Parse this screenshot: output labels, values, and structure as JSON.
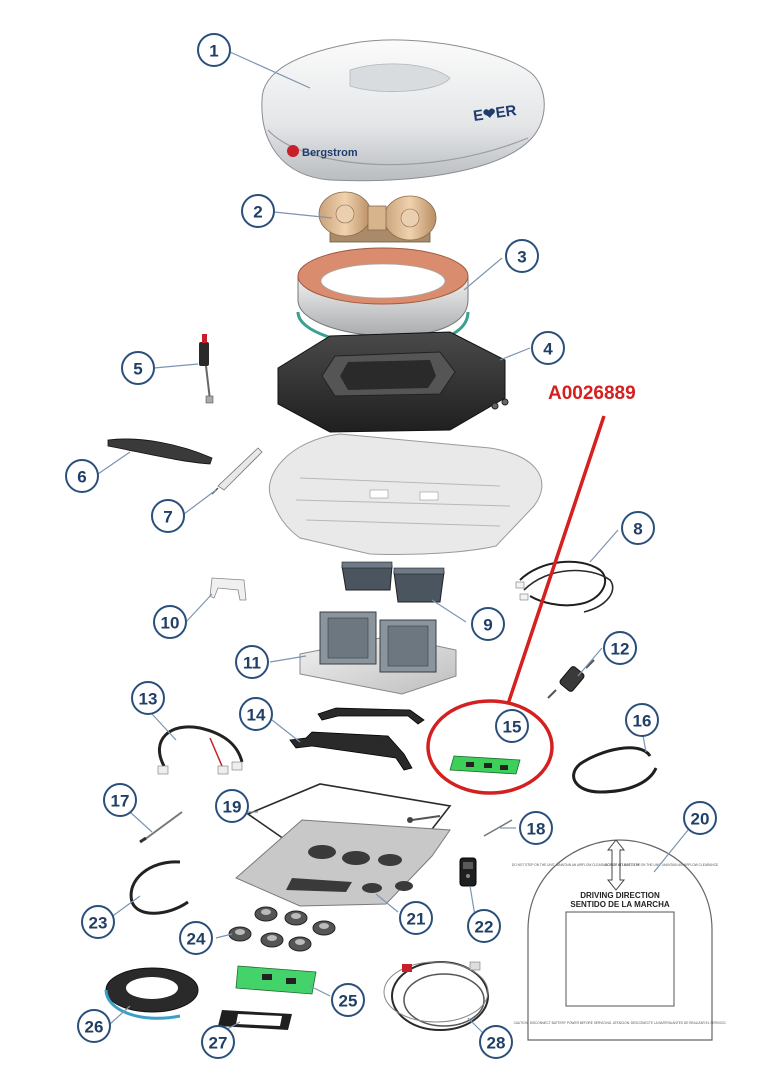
{
  "reference_code": "A0026889",
  "highlight_color": "#d42020",
  "callout_color": "#1f3f66",
  "brand": {
    "cover_logo": "Bergstrom",
    "cover_model": "E❤ER"
  },
  "decal": {
    "heading_line1": "DRIVING DIRECTION",
    "heading_line2": "SENTIDO DE LA MARCHA",
    "note_left": "DO NOT STEP ON THE UNIT. MAINTAIN AN AIRFLOW CLEARANCE OF AT LEAST 4 IN.",
    "note_right": "DO NOT SIT NOT STEP ON THE UNIT. MAINTAIN AN AIRFLOW CLEARANCE.",
    "footer": "CAUTION: DISCONNECT BATTERY POWER BEFORE SERVICING. ATENCION: DESCONECTE LA BATERIA ANTES DE REALIZAR EL SERVICIO."
  },
  "parts": [
    {
      "number": "1",
      "icon": "roof-cover-icon"
    },
    {
      "number": "2",
      "icon": "blower-fan-icon"
    },
    {
      "number": "3",
      "icon": "condenser-ring-icon"
    },
    {
      "number": "4",
      "icon": "base-frame-icon"
    },
    {
      "number": "5",
      "icon": "sensor-icon"
    },
    {
      "number": "6",
      "icon": "seal-strip-icon"
    },
    {
      "number": "7",
      "icon": "probe-icon"
    },
    {
      "number": "8",
      "icon": "wire-harness-icon"
    },
    {
      "number": "9",
      "icon": "drain-tray-icon"
    },
    {
      "number": "10",
      "icon": "clip-icon"
    },
    {
      "number": "11",
      "icon": "mounting-plate-icon"
    },
    {
      "number": "12",
      "icon": "filter-drier-icon"
    },
    {
      "number": "13",
      "icon": "cable-icon"
    },
    {
      "number": "14",
      "icon": "bracket-icon"
    },
    {
      "number": "15",
      "icon": "circuit-board-icon"
    },
    {
      "number": "16",
      "icon": "hose-icon"
    },
    {
      "number": "17",
      "icon": "rod-icon"
    },
    {
      "number": "18",
      "icon": "pin-icon"
    },
    {
      "number": "19",
      "icon": "gasket-icon"
    },
    {
      "number": "20",
      "icon": "decal-icon"
    },
    {
      "number": "21",
      "icon": "ceiling-plate-icon"
    },
    {
      "number": "22",
      "icon": "remote-control-icon"
    },
    {
      "number": "23",
      "icon": "tube-icon"
    },
    {
      "number": "24",
      "icon": "grommet-icon"
    },
    {
      "number": "25",
      "icon": "pcb-icon"
    },
    {
      "number": "26",
      "icon": "foam-tape-icon"
    },
    {
      "number": "27",
      "icon": "label-icon"
    },
    {
      "number": "28",
      "icon": "main-harness-icon"
    }
  ]
}
